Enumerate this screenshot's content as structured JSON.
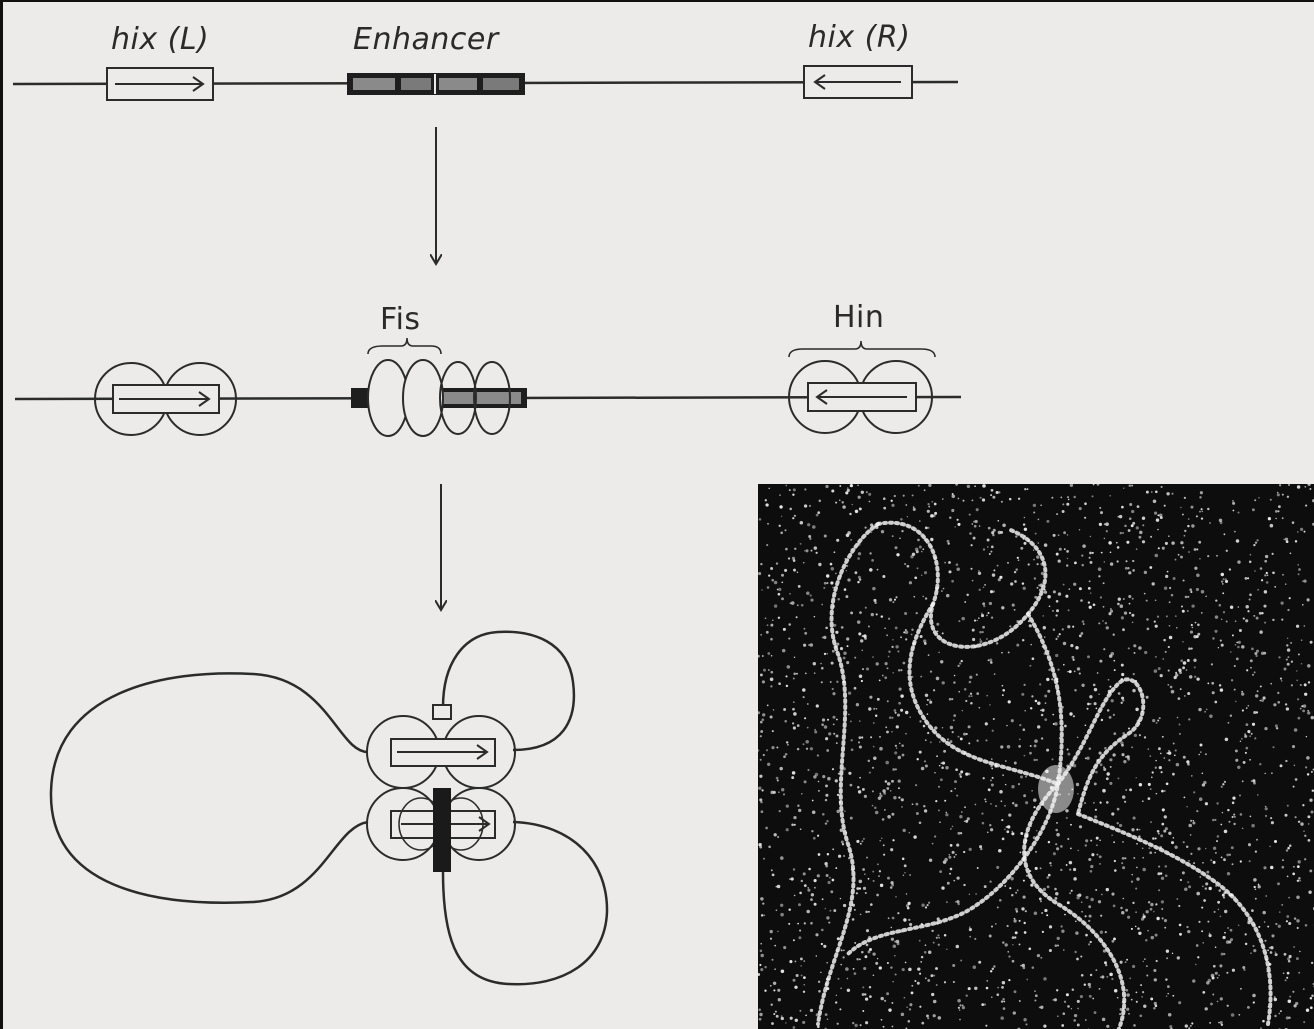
{
  "labels": {
    "hix_left": "hix (L)",
    "enhancer": "Enhancer",
    "hix_right": "hix (R)",
    "fis": "Fis",
    "hin": "Hin"
  },
  "colors": {
    "ink": "#2b2b2b",
    "paper": "#ecebe9",
    "micrograph_bg": "#0d0d0d",
    "micrograph_dots": "#f2f2f2"
  }
}
